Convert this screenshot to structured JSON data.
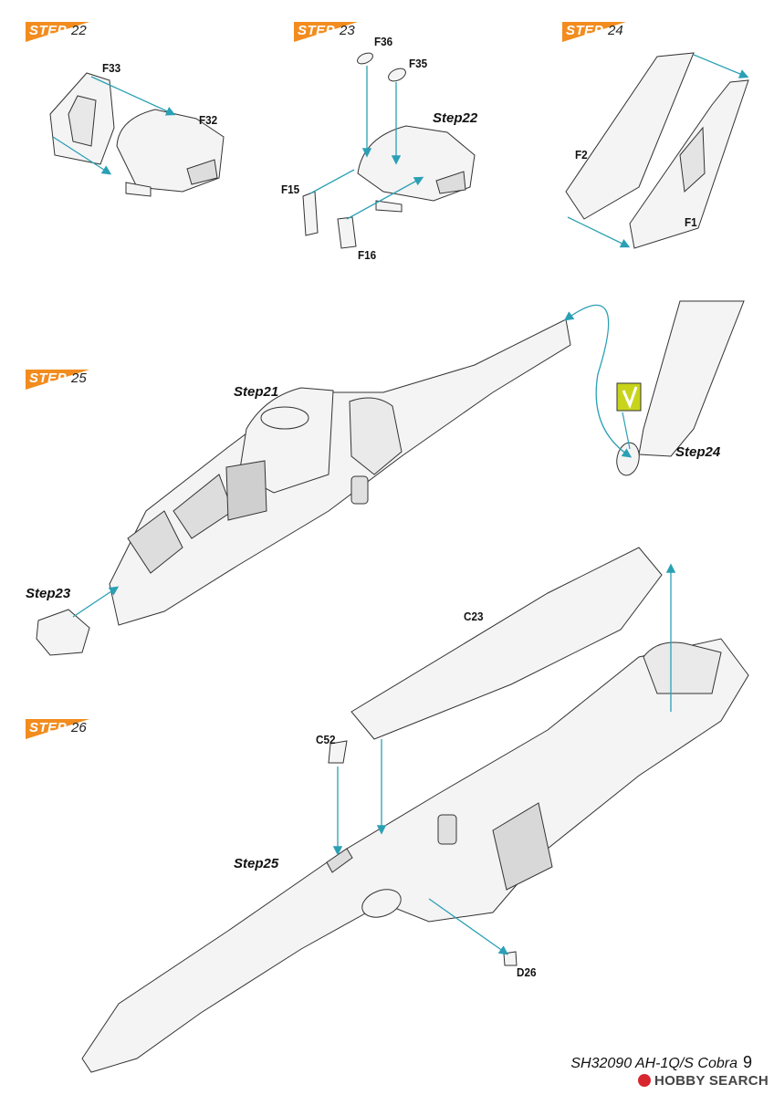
{
  "steps": [
    {
      "label": "STEP",
      "number": "22"
    },
    {
      "label": "STEP",
      "number": "23"
    },
    {
      "label": "STEP",
      "number": "24"
    },
    {
      "label": "STEP",
      "number": "25"
    },
    {
      "label": "STEP",
      "number": "26"
    }
  ],
  "parts": {
    "f33": "F33",
    "f32": "F32",
    "f36": "F36",
    "f35": "F35",
    "f15": "F15",
    "f16": "F16",
    "f2": "F2",
    "f1": "F1",
    "c23": "C23",
    "c52": "C52",
    "d26": "D26"
  },
  "refs": {
    "step22": "Step22",
    "step21": "Step21",
    "step24": "Step24",
    "step23": "Step23",
    "step25": "Step25"
  },
  "footer": {
    "title": "SH32090 AH-1Q/S Cobra",
    "page": "9"
  },
  "watermark": {
    "text": "HOBBY SEARCH"
  },
  "colors": {
    "accent": "#f28c1e",
    "arrow": "#2aa0b5",
    "glue": "#c8d41a",
    "line": "#333333"
  }
}
